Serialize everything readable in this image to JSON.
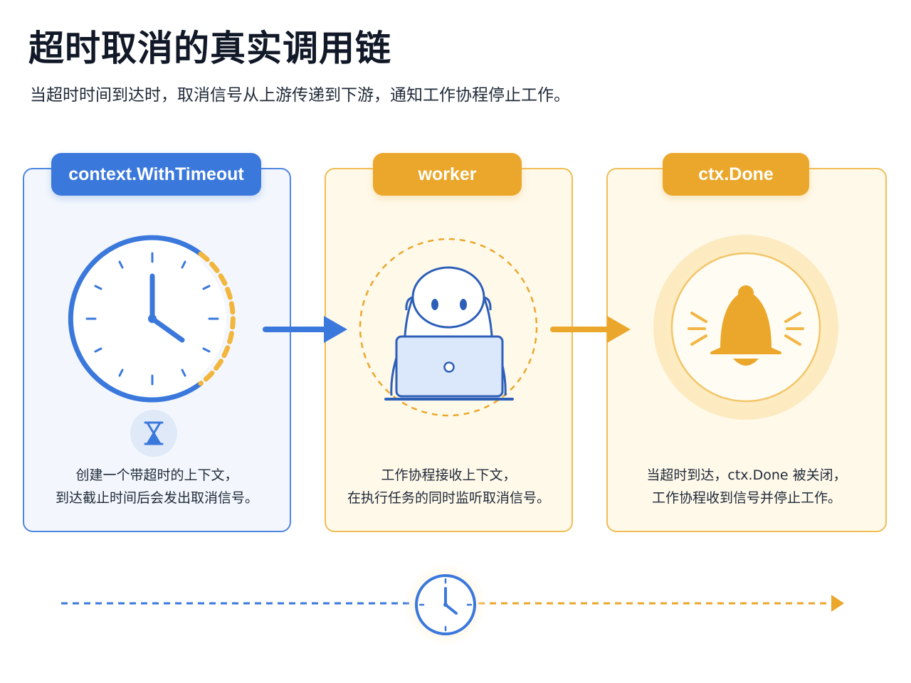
{
  "header": {
    "title": "超时取消的真实调用链",
    "subtitle": "当超时时间到达时，取消信号从上游传递到下游，通知工作协程停止工作。"
  },
  "steps": [
    {
      "label": "context.WithTimeout",
      "icon": "clock-icon",
      "desc_line1": "创建一个带超时的上下文，",
      "desc_line2": "到达截止时间后会发出取消信号。"
    },
    {
      "label": "worker",
      "icon": "robot-laptop-icon",
      "desc_line1": "工作协程接收上下文，",
      "desc_line2": "在执行任务的同时监听取消信号。"
    },
    {
      "label": "ctx.Done",
      "icon": "bell-icon",
      "desc_line1": "当超时到达，ctx.Done 被关闭，",
      "desc_line2": "工作协程收到信号并停止工作。"
    }
  ],
  "colors": {
    "blue": "#3b78dc",
    "orange": "#eba72b",
    "blue_bg": "#f3f7fd",
    "orange_bg": "#fff9ea"
  }
}
